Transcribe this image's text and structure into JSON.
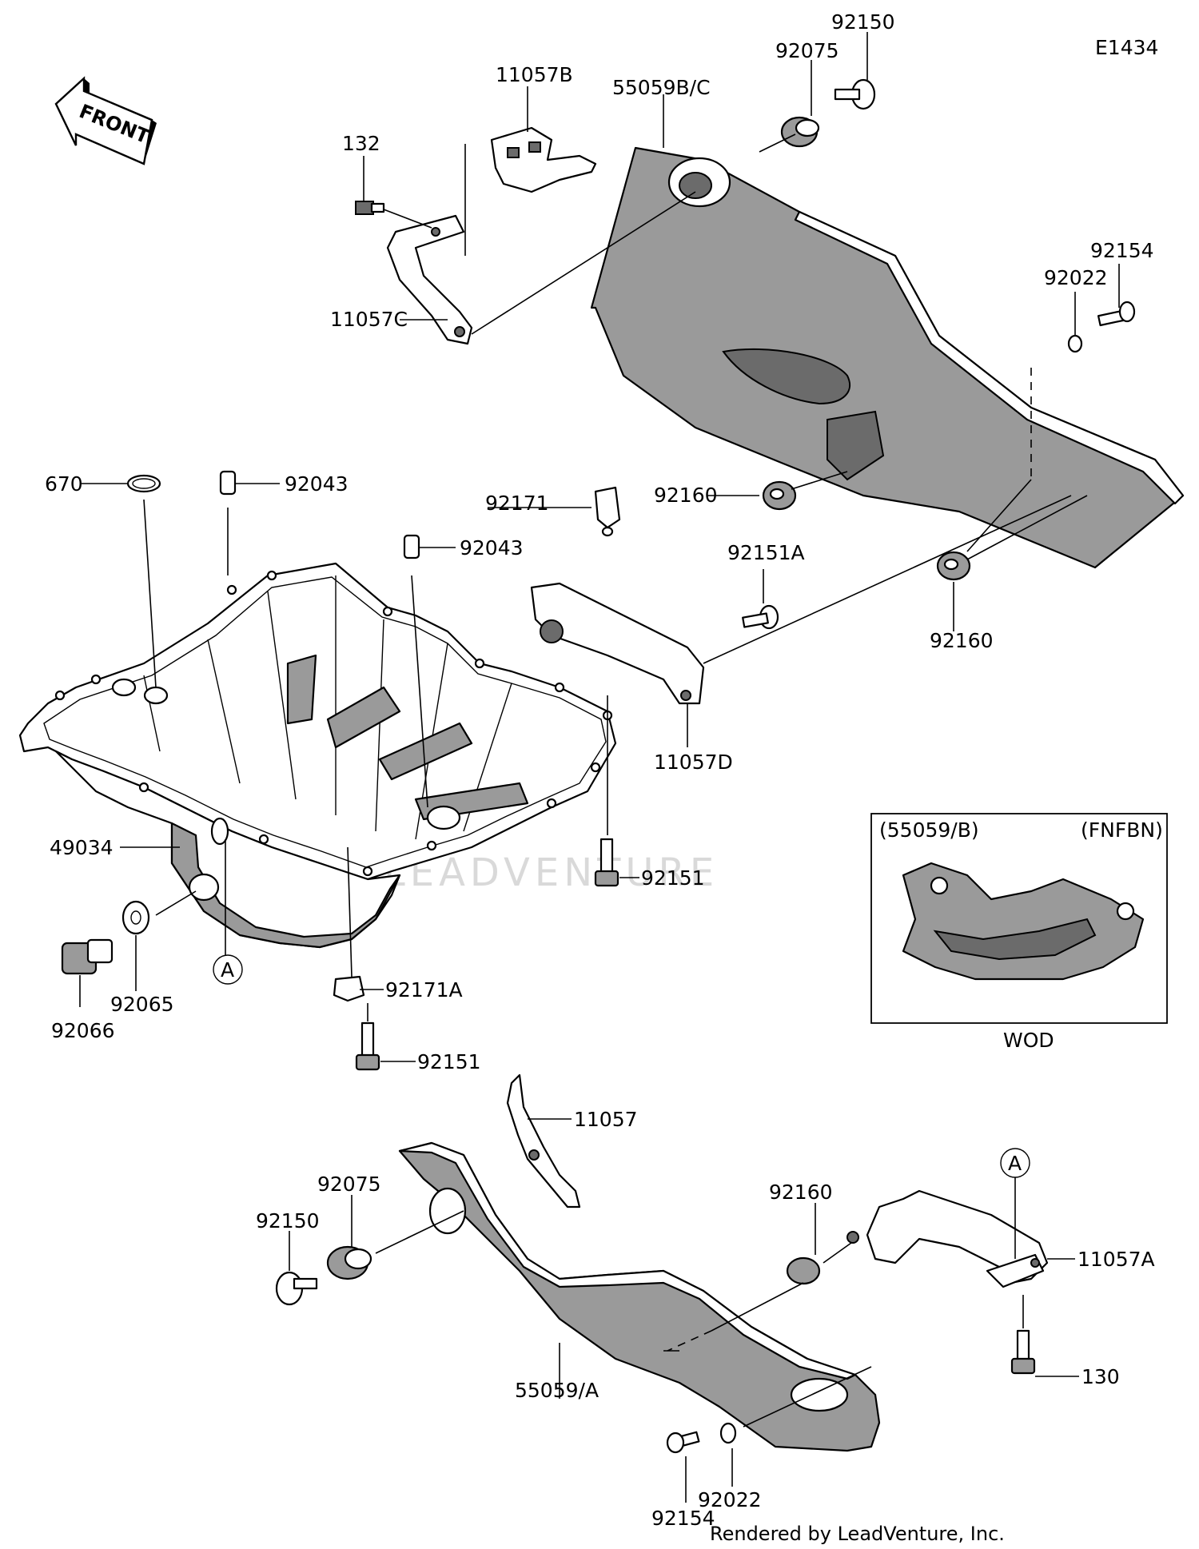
{
  "diagram_id": "E1434",
  "front_label": "FRONT",
  "watermark": "LEADVENTURE",
  "footer": "Rendered by LeadVenture, Inc.",
  "inset": {
    "left_label": "(55059/B)",
    "right_label": "(FNFBN)",
    "caption": "WOD"
  },
  "callouts": {
    "c_92150_top": "92150",
    "c_92075_top": "92075",
    "c_11057b": "11057B",
    "c_55059bc": "55059B/C",
    "c_132": "132",
    "c_11057c": "11057C",
    "c_92154_top": "92154",
    "c_92022_top": "92022",
    "c_670": "670",
    "c_92043_a": "92043",
    "c_92043_b": "92043",
    "c_92171": "92171",
    "c_92160_a": "92160",
    "c_92151a": "92151A",
    "c_92160_b": "92160",
    "c_11057d": "11057D",
    "c_49034": "49034",
    "c_92151_a": "92151",
    "c_92065": "92065",
    "c_92066": "92066",
    "c_ref_a1": "A",
    "c_92171a": "92171A",
    "c_92151_b": "92151",
    "c_11057": "11057",
    "c_92075_bot": "92075",
    "c_92150_bot": "92150",
    "c_92160_c": "92160",
    "c_ref_a2": "A",
    "c_11057a": "11057A",
    "c_130": "130",
    "c_55059a": "55059/A",
    "c_92154_bot": "92154",
    "c_92022_bot": "92022"
  }
}
